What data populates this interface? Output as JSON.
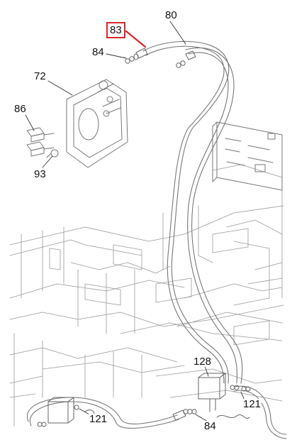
{
  "diagram": {
    "type": "exploded-parts-view",
    "highlight_color": "#d7262c",
    "line_color": "#6e6e6e",
    "highlighted_part": "83",
    "callouts": {
      "c80": "80",
      "c83": "83",
      "c84_top": "84",
      "c72": "72",
      "c86": "86",
      "c93": "93",
      "c128": "128",
      "c121_right": "121",
      "c121_bottom": "121",
      "c84_bottom": "84"
    }
  }
}
